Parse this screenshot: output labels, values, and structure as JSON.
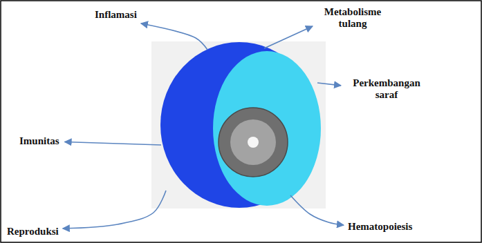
{
  "diagram": {
    "labels": [
      "Inflamasi",
      "Metabolisme tulang",
      "Imunitas",
      "Perkembangan saraf",
      "Reproduksi",
      "Hematopoiesis"
    ]
  }
}
